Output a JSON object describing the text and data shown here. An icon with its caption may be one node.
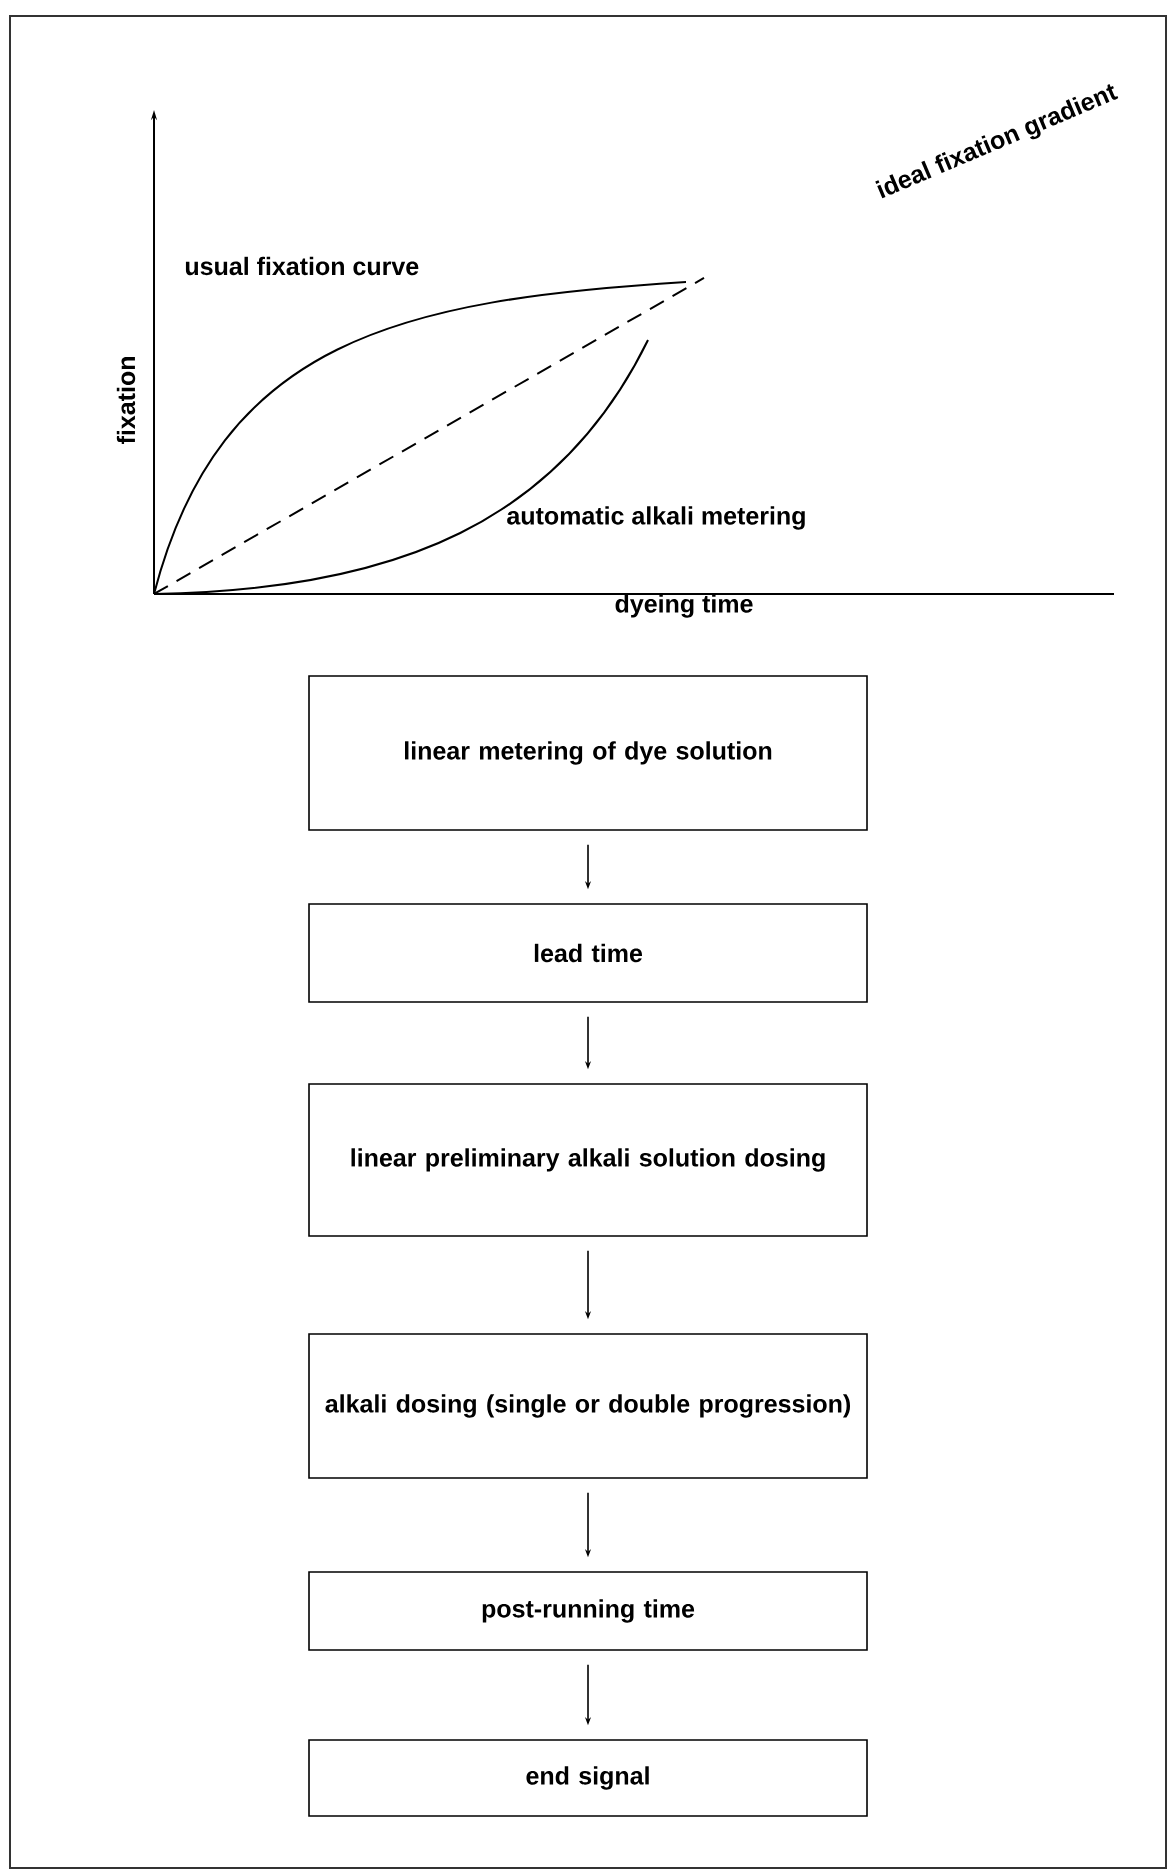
{
  "diagram": {
    "nodes": [
      {
        "text": [
          "linear metering of dye solution"
        ]
      },
      {
        "text": [
          "lead time"
        ]
      },
      {
        "text": [
          "linear preliminary alkali solution dosing"
        ]
      },
      {
        "text": [
          "alkali dosing (single or double progression)"
        ]
      },
      {
        "text": [
          "post-running time"
        ]
      },
      {
        "text": [
          "end signal"
        ]
      }
    ],
    "edges": [
      {
        "from": 0,
        "to": 1,
        "arrow": "to"
      },
      {
        "from": 1,
        "to": 2,
        "arrow": "to"
      },
      {
        "from": 2,
        "to": 3,
        "arrow": "to"
      },
      {
        "from": 3,
        "to": 4,
        "arrow": "to"
      },
      {
        "from": 4,
        "to": 5,
        "arrow": "to"
      }
    ],
    "labels": [
      "fixation",
      "usual fixation curve",
      "ideal fixation gradient",
      "automatic alkali metering",
      "dyeing time"
    ]
  }
}
